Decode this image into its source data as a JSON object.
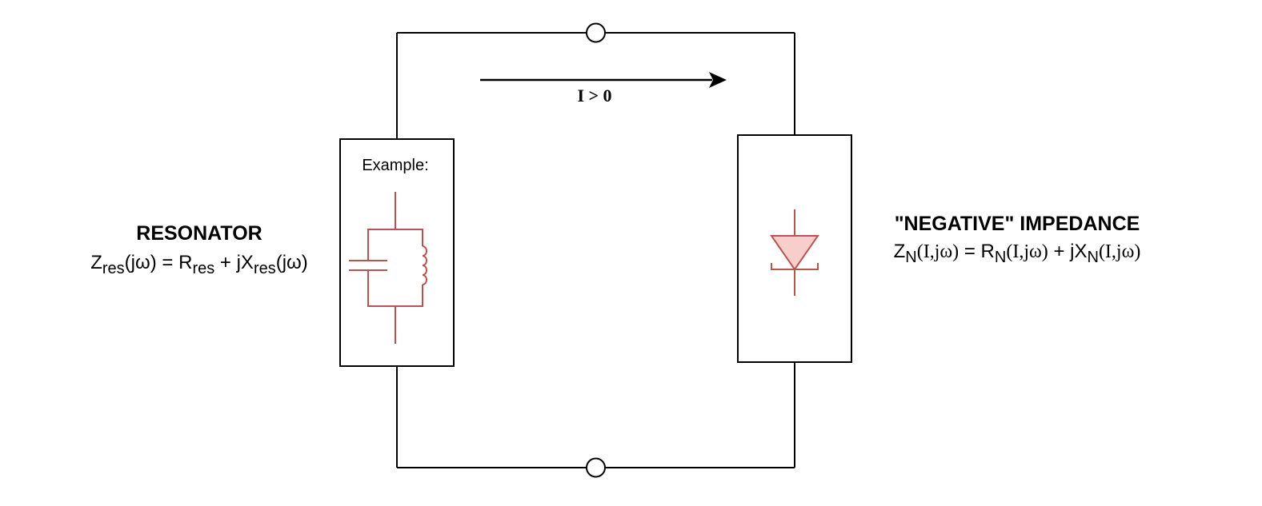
{
  "current_label": "I > 0",
  "example_label": "Example:",
  "resonator": {
    "title": "RESONATOR",
    "formula": {
      "z": "Z",
      "z_sub": "res",
      "z_arg": "(jω)",
      "eq": " = ",
      "r": "R",
      "r_sub": "res",
      "plus": " + ",
      "jx": "jX",
      "x_sub": "res",
      "x_arg": "(jω)"
    }
  },
  "negative_impedance": {
    "title": "\"NEGATIVE\" IMPEDANCE",
    "formula": {
      "z": "Z",
      "z_sub": "N",
      "z_arg": "(I,jω)",
      "eq": " = ",
      "r": "R",
      "r_sub": "N",
      "r_arg": "(I,jω)",
      "plus": " + ",
      "jx": "jX",
      "x_sub": "N",
      "x_arg": "(I,jω)"
    }
  },
  "colors": {
    "wire": "#000000",
    "component": "#b85450",
    "diode_fill": "#f8cecc"
  }
}
